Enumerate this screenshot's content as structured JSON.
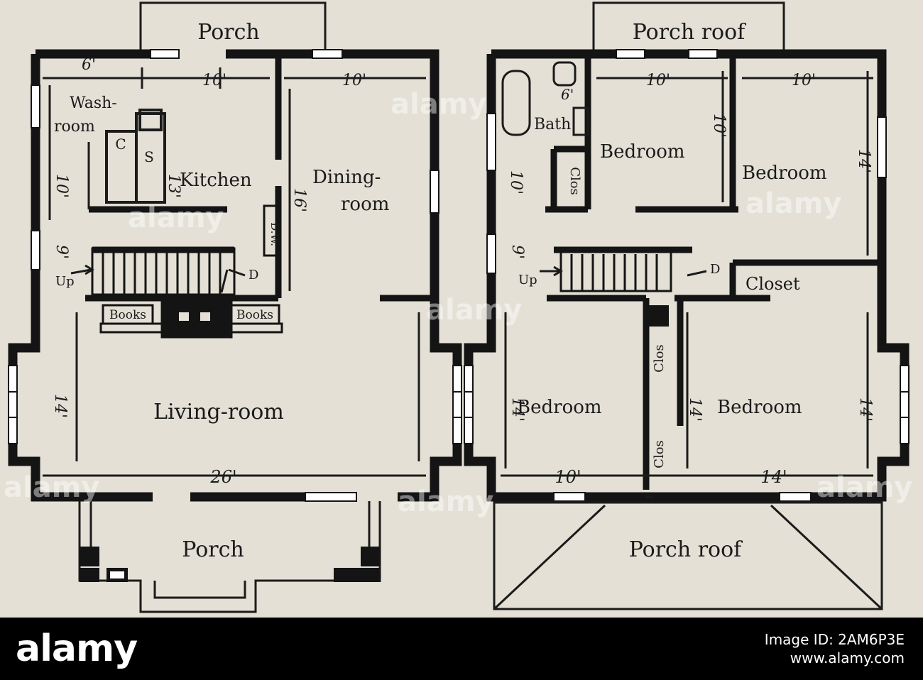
{
  "first_floor": {
    "porch_top": "Porch",
    "wash_room_line1": "Wash-",
    "wash_room_line2": "room",
    "kitchen": "Kitchen",
    "dining_line1": "Dining-",
    "dining_line2": "room",
    "living_room": "Living-room",
    "porch_bottom": "Porch",
    "books_left": "Books",
    "books_right": "Books",
    "sink": "S",
    "cupboard": "C",
    "up": "Up",
    "door": "D",
    "dumbwaiter": "D.W.",
    "dim_6": "6'",
    "dim_10a": "10'",
    "dim_10b": "10'",
    "dim_10_side": "10'",
    "dim_13": "13'",
    "dim_16": "16'",
    "dim_9": "9'",
    "dim_14": "14'",
    "dim_26": "26'"
  },
  "second_floor": {
    "porch_roof_top": "Porch roof",
    "bath": "Bath",
    "bedroom_1": "Bedroom",
    "bedroom_2": "Bedroom",
    "bedroom_3": "Bedroom",
    "bedroom_4": "Bedroom",
    "clos_1": "Clos",
    "clos_2": "Clos",
    "clos_3": "Clos",
    "closet": "Closet",
    "up": "Up",
    "door": "D",
    "porch_roof_bottom": "Porch roof",
    "dim_6a": "6'",
    "dim_10a": "10'",
    "dim_10b": "10'",
    "dim_10_side": "10'",
    "dim_10_bed": "10'",
    "dim_14_side": "14'",
    "dim_9": "9'",
    "dim_14a": "14'",
    "dim_14b": "14'",
    "dim_14c": "14'",
    "dim_10_bottom": "10'",
    "dim_14_bottom": "14'"
  },
  "watermark": "alamy",
  "footer": {
    "logo": "alamy",
    "image_id": "Image ID: 2AM6P3E",
    "url": "www.alamy.com"
  }
}
